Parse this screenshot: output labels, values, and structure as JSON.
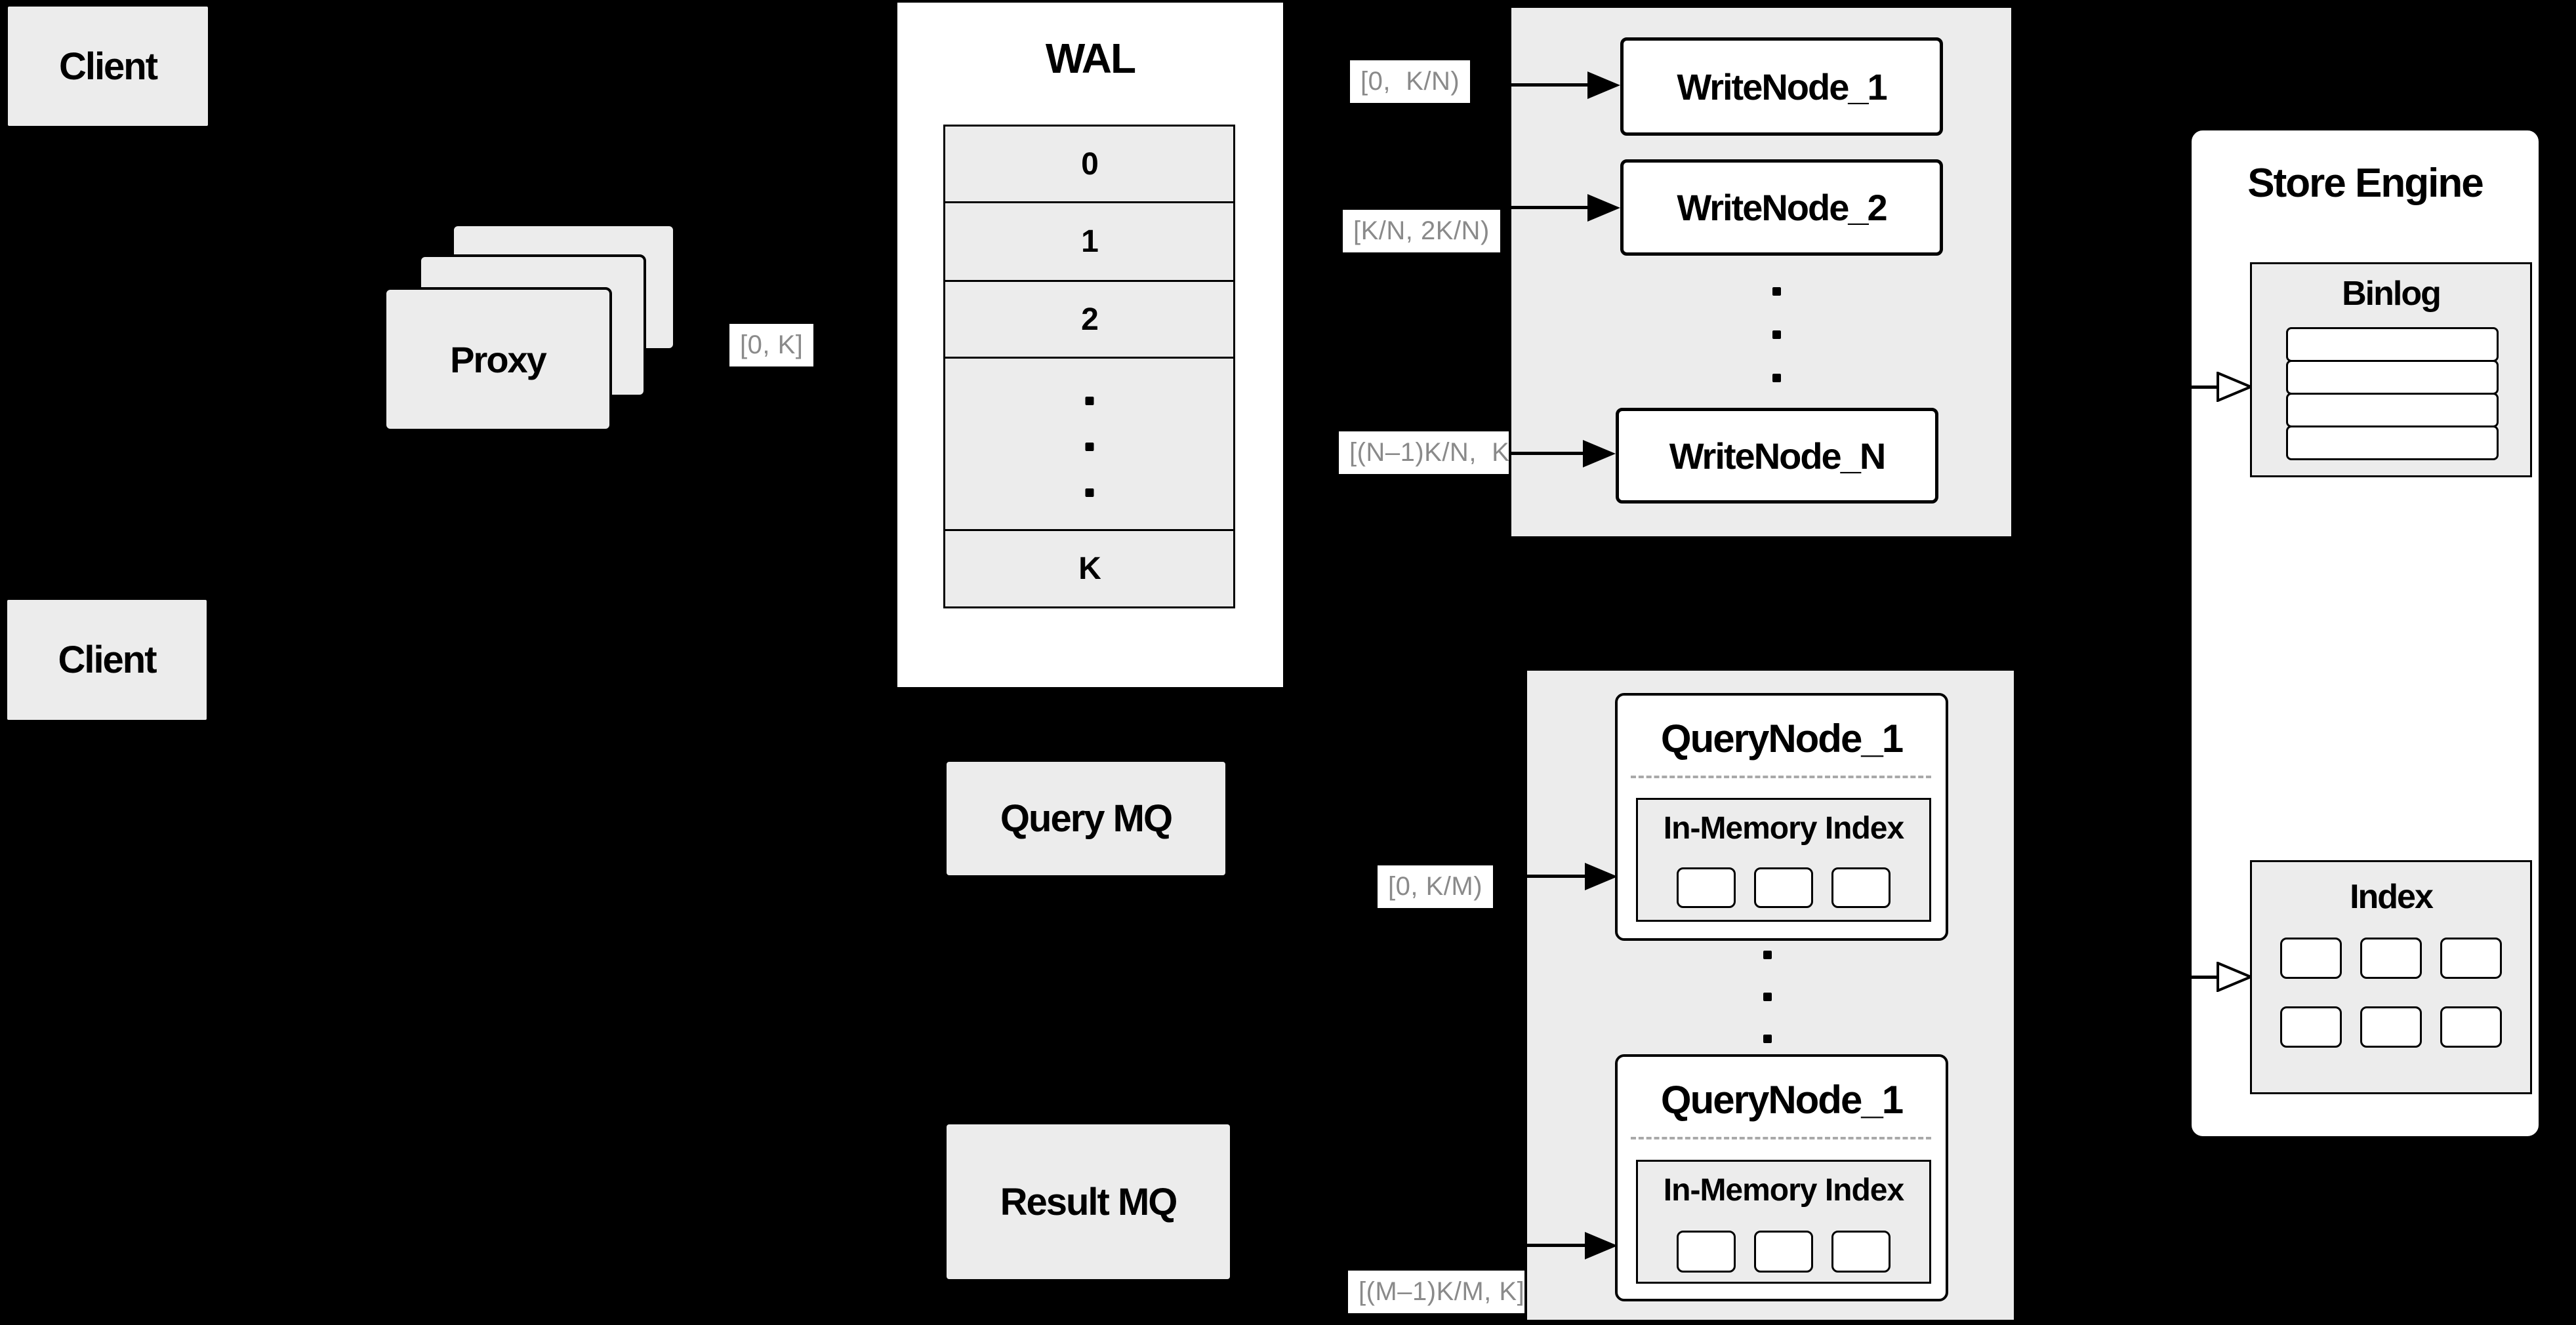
{
  "canvas": {
    "background": "#000000"
  },
  "colors": {
    "panel_fill": "#ececec",
    "node_fill": "#ffffff",
    "border": "#000000",
    "range_text": "#8a8a8a",
    "dash": "#a9a9a9"
  },
  "clients": {
    "top_label": "Client",
    "bottom_label": "Client"
  },
  "proxy": {
    "label": "Proxy"
  },
  "wal": {
    "title": "WAL",
    "rows": [
      "0",
      "1",
      "2",
      "K"
    ]
  },
  "write_cluster": {
    "node1": "WriteNode_1",
    "node2": "WriteNode_2",
    "node_n": "WriteNode_N"
  },
  "query_cluster": {
    "node1_title": "QueryNode_1",
    "node2_title": "QueryNode_1",
    "in_memory_label": "In-Memory Index"
  },
  "mq": {
    "query_label": "Query MQ",
    "result_label": "Result MQ"
  },
  "store_engine": {
    "title": "Store Engine",
    "binlog_title": "Binlog",
    "index_title": "Index"
  },
  "range_labels": {
    "proxy_to_wal": "[0, K]",
    "wal_to_write1": "[0,  K/N)",
    "wal_to_write2": "[K/N, 2K/N)",
    "wal_to_writen": "[(N–1)K/N,  K]",
    "to_query1": "[0, K/M)",
    "to_query2": "[(M–1)K/M, K]"
  }
}
